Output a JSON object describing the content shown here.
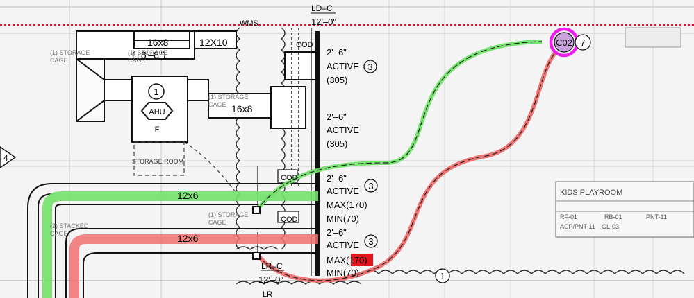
{
  "colors": {
    "supply_duct": "#72e26a",
    "return_duct": "#ee6e6e",
    "highlight_ring": "#f21cf2",
    "sensor_fill": "#c8a3dc",
    "red_box": "#e3141e",
    "limit_line": "#e0142a",
    "linework": "#1a1a1a"
  },
  "labels": {
    "wms": "WMS",
    "ld_c": "LD–C",
    "ld_c_size": "12'–0\"",
    "duct_16x8_top": "16x8",
    "duct_12x10": "12X10",
    "storage_cage_1": "(1) STORAGE\nCAGE",
    "storage_cage_2": "(1) STORAGE\nCAGE",
    "storage_cage_3": "(1) STORAGE\nCAGE",
    "storage_cage_4": "(1) STORAGE\nCAGE",
    "elevation": "(+8'–8\")",
    "tag_1": "1",
    "ahu": "AHU",
    "filter": "F",
    "duct_16x8_mid": "16x8",
    "storage_room": "STORAGE ROOM",
    "cod_1": "COD",
    "cod_2": "COD",
    "cod_3": "COD",
    "supply_duct": "12x6",
    "return_duct": "12x6",
    "stacked_cage": "(2) STACKED\nCAGE",
    "lr_c": "LR–C",
    "lr_c_size": "12'–0\"",
    "lr_bottom": "LR",
    "grid_4": "4",
    "grid_1": "1",
    "sensor": "C02",
    "sensor_num": "7"
  },
  "diffusers": [
    {
      "size": "2'–6\"",
      "type": "ACTIVE",
      "tag": "3",
      "flow": "(305)"
    },
    {
      "size": "2'–6\"",
      "type": "ACTIVE",
      "flow": "(305)"
    },
    {
      "size": "2'–6\"",
      "type": "ACTIVE",
      "tag": "3",
      "max_label": "MAX(170)",
      "min_label": "MIN(70)"
    },
    {
      "size": "2'–6\"",
      "type": "ACTIVE",
      "tag": "3",
      "max_prefix": "MAX(",
      "max_value": "170",
      "max_suffix": ")",
      "min_label": "MIN(70)"
    }
  ],
  "room": {
    "name": "KIDS PLAYROOM",
    "finishes": [
      "RF-01",
      "RB-01",
      "PNT-11",
      "ACP/PNT-11",
      "GL-03"
    ]
  }
}
